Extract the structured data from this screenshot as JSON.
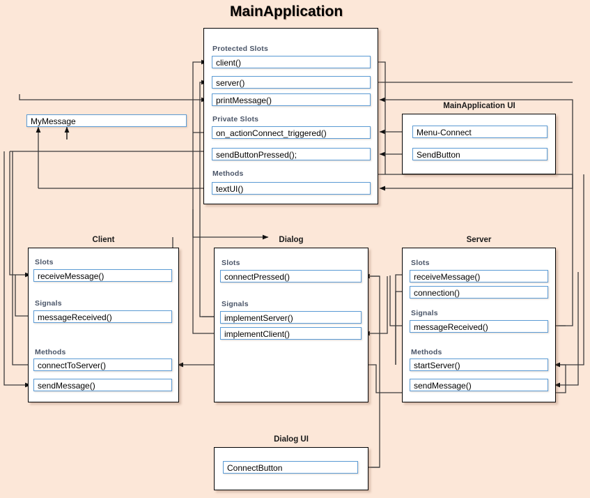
{
  "diagram": {
    "title": "MainApplication",
    "background_color": "#fce7d8",
    "member_border_color": "#5b9bd5",
    "section_label_color": "#4a5568"
  },
  "boxes": {
    "main_application": {
      "title": "MainApplication",
      "sections": [
        {
          "label": "Protected Slots",
          "members": [
            "client()",
            "server()",
            "printMessage()"
          ]
        },
        {
          "label": "Private Slots",
          "members": [
            "on_actionConnect_triggered()",
            "sendButtonPressed();"
          ]
        },
        {
          "label": "Methods",
          "members": [
            "textUI()"
          ]
        }
      ]
    },
    "my_message": {
      "title": "",
      "members": [
        "MyMessage"
      ]
    },
    "main_application_ui": {
      "title": "MainApplication UI",
      "members": [
        "Menu-Connect",
        "SendButton"
      ]
    },
    "client": {
      "title": "Client",
      "sections": [
        {
          "label": "Slots",
          "members": [
            "receiveMessage()"
          ]
        },
        {
          "label": "Signals",
          "members": [
            "messageReceived()"
          ]
        },
        {
          "label": "Methods",
          "members": [
            "connectToServer()",
            "sendMessage()"
          ]
        }
      ]
    },
    "dialog": {
      "title": "Dialog",
      "sections": [
        {
          "label": "Slots",
          "members": [
            "connectPressed()"
          ]
        },
        {
          "label": "Signals",
          "members": [
            "implementServer()",
            "implementClient()"
          ]
        }
      ]
    },
    "server": {
      "title": "Server",
      "sections": [
        {
          "label": "Slots",
          "members": [
            "receiveMessage()",
            "connection()"
          ]
        },
        {
          "label": "Signals",
          "members": [
            "messageReceived()"
          ]
        },
        {
          "label": "Methods",
          "members": [
            "startServer()",
            "sendMessage()"
          ]
        }
      ]
    },
    "dialog_ui": {
      "title": "Dialog UI",
      "members": [
        "ConnectButton"
      ]
    }
  }
}
